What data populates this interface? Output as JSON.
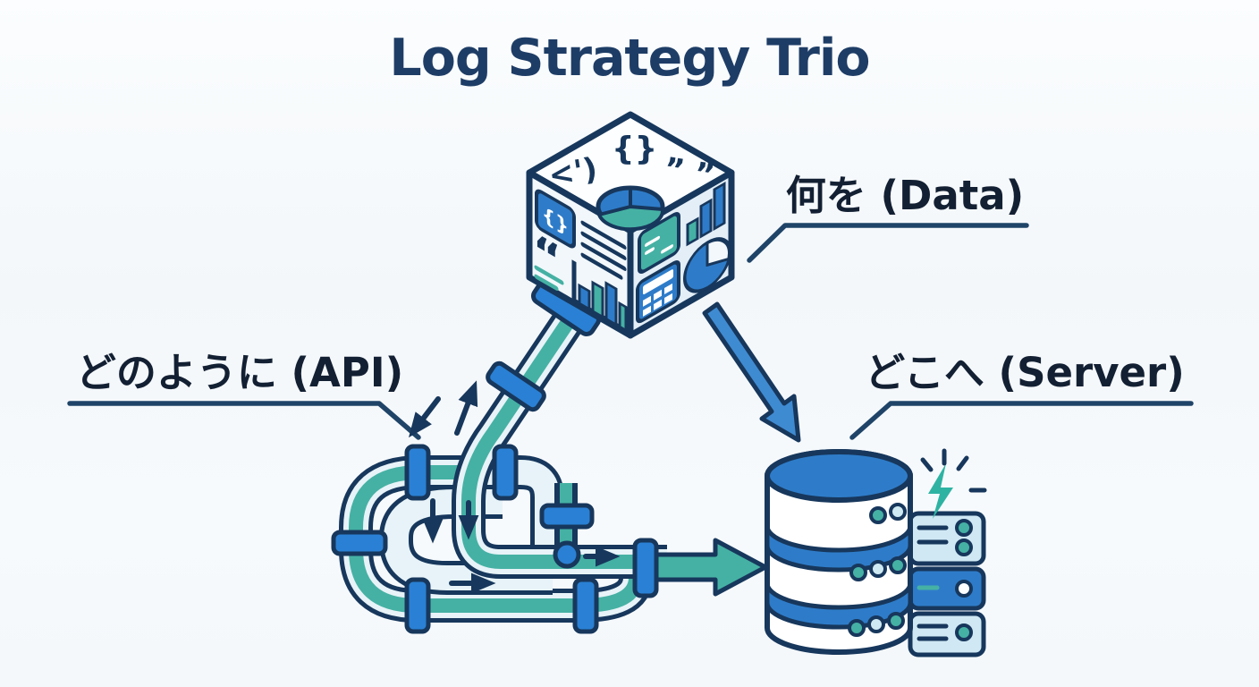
{
  "title": "Log Strategy Trio",
  "nodes": {
    "data": {
      "label": "何を (Data)",
      "icon": "data-cube"
    },
    "api": {
      "label": "どのように (API)",
      "icon": "pipeline"
    },
    "server": {
      "label": "どこへ (Server)",
      "icon": "server-stack"
    }
  },
  "cube_glyphs": {
    "code": "<')",
    "braces": "{}",
    "quotes": "” ”",
    "panel_braces": "{}",
    "quote_left": "“"
  },
  "colors": {
    "navy": "#17375c",
    "title": "#1e3d66",
    "labeltxt": "#132033",
    "leader": "#1f4468",
    "blue": "#2e7cc9",
    "flange": "#2a80d4",
    "teal": "#45b1a4",
    "light": "#e7f3f8",
    "panel": "#cfe8f4",
    "bolt": "#2eb3a3",
    "facetop": "#fcfeff",
    "faceleft": "#f1f7fb",
    "faceright": "#e3eef7"
  }
}
